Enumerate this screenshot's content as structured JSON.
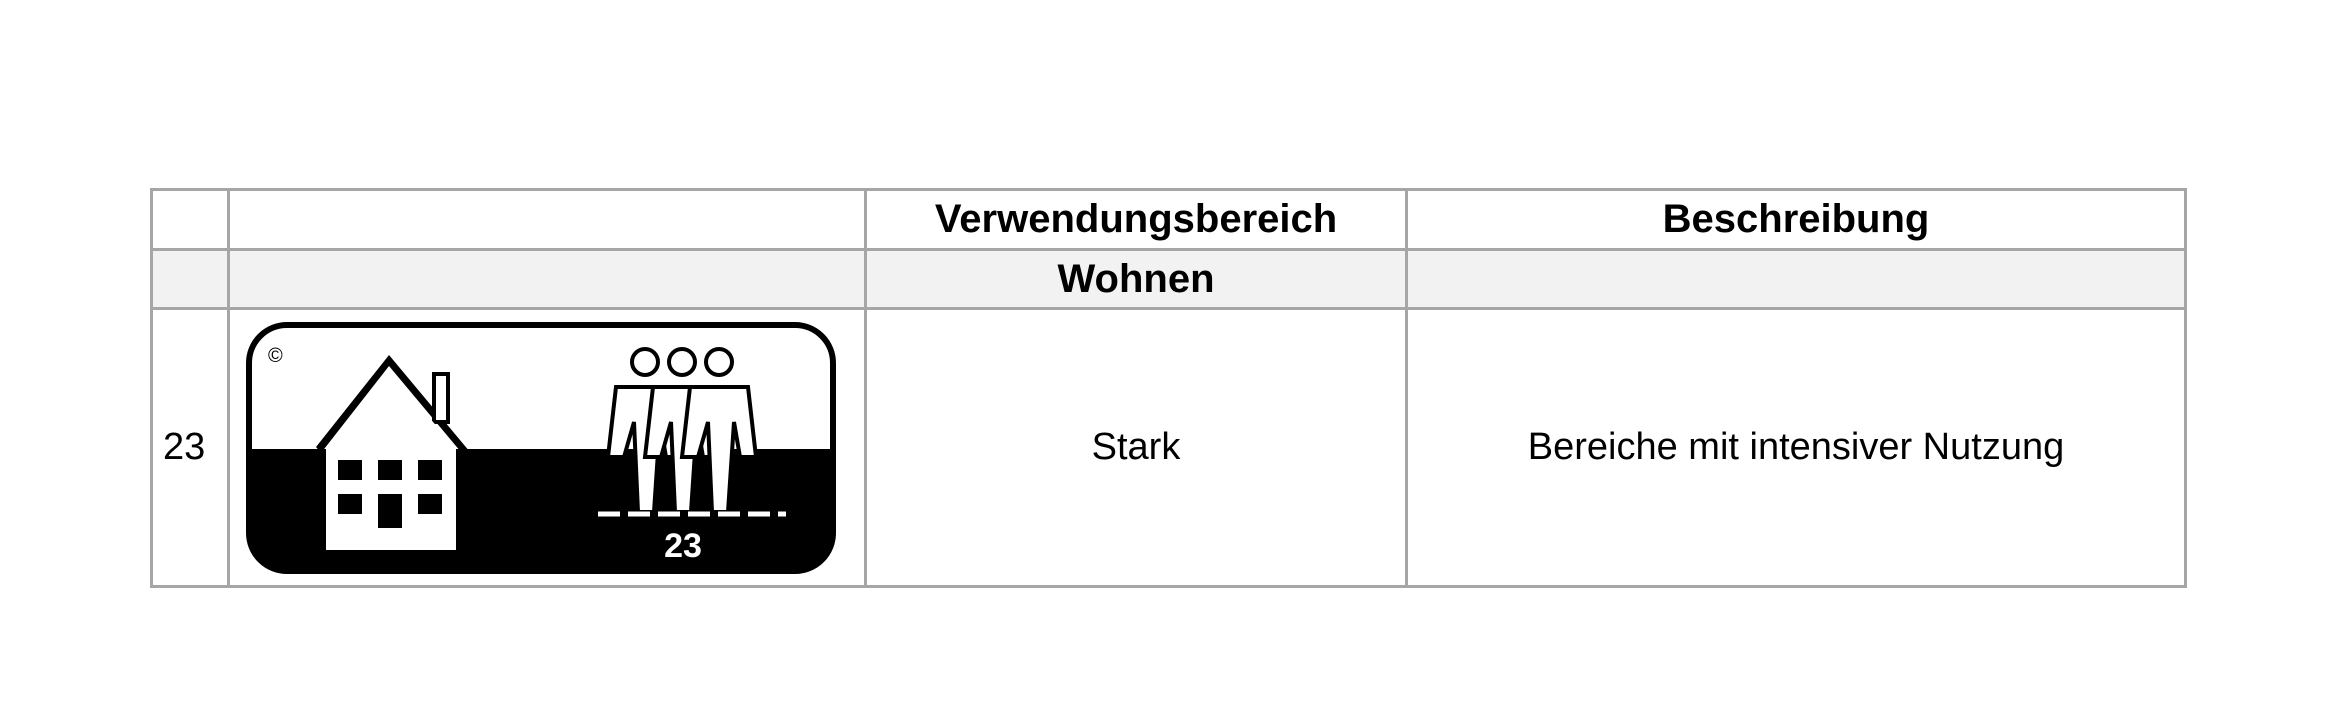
{
  "table": {
    "headers": {
      "number": "",
      "icon": "",
      "area": "Verwendungsbereich",
      "description": "Beschreibung"
    },
    "group": {
      "label": "Wohnen"
    },
    "rows": [
      {
        "number": "23",
        "icon": {
          "name": "residential-heavy-use-pictogram",
          "badge_number": "23",
          "copyright": "©"
        },
        "area": "Stark",
        "description": "Bereiche mit intensiver Nutzung"
      }
    ]
  }
}
